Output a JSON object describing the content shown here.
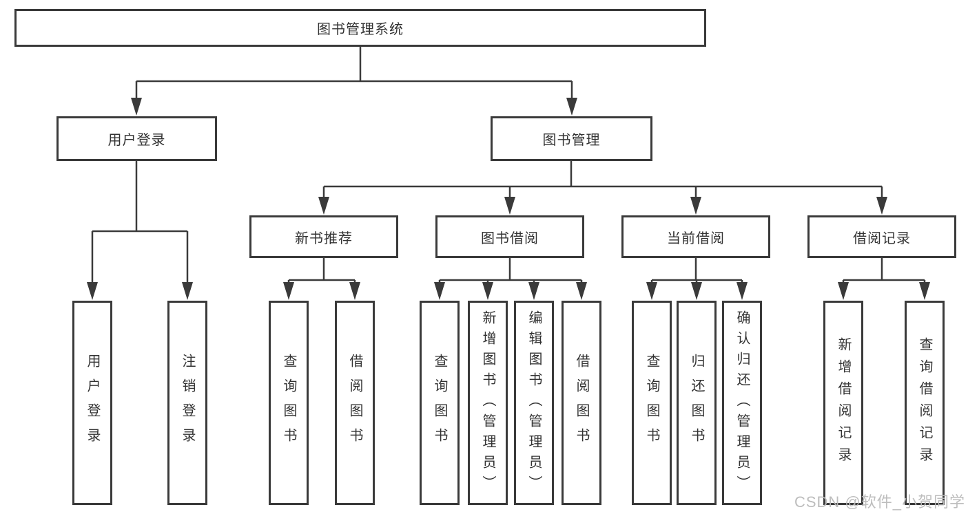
{
  "colors": {
    "line": "#3a3a3a",
    "text": "#333333",
    "background": "#ffffff",
    "watermark": "#b9b9b9"
  },
  "watermark": "CSDN @软件_小贺同学",
  "tree": {
    "root": "图书管理系统",
    "branches": [
      {
        "label": "用户登录",
        "children": [
          "用户登录",
          "注销登录"
        ]
      },
      {
        "label": "图书管理",
        "groups": [
          {
            "label": "新书推荐",
            "children": [
              "查询图书",
              "借阅图书"
            ]
          },
          {
            "label": "图书借阅",
            "children": [
              "查询图书",
              "新增图书（管理员）",
              "编辑图书（管理员）",
              "借阅图书"
            ]
          },
          {
            "label": "当前借阅",
            "children": [
              "查询图书",
              "归还图书",
              "确认归还（管理员）"
            ]
          },
          {
            "label": "借阅记录",
            "children": [
              "新增借阅记录",
              "查询借阅记录"
            ]
          }
        ]
      }
    ]
  }
}
